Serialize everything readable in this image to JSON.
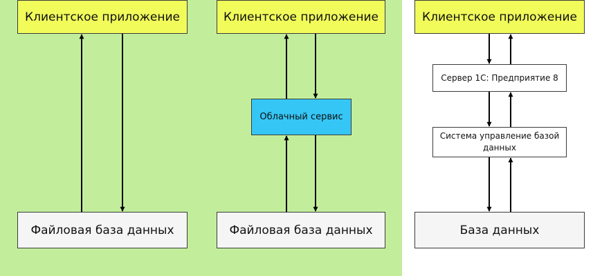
{
  "diagrams": {
    "file_mode": {
      "client_app": "Клиентское приложение",
      "file_db": "Файловая база данных"
    },
    "cloud_mode": {
      "client_app": "Клиентское приложение",
      "cloud_service": "Облачный сервис",
      "file_db": "Файловая база данных"
    },
    "client_server_mode": {
      "client_app": "Клиентское приложение",
      "server": "Сервер 1С: Предприятие 8",
      "dbms": "Система управление базой данных",
      "database": "База данных"
    }
  },
  "colors": {
    "green_panel": "#c2ee9c",
    "client_box": "#f1fb5a",
    "cloud_box": "#35c6f6",
    "db_box": "#f5f5f5"
  }
}
